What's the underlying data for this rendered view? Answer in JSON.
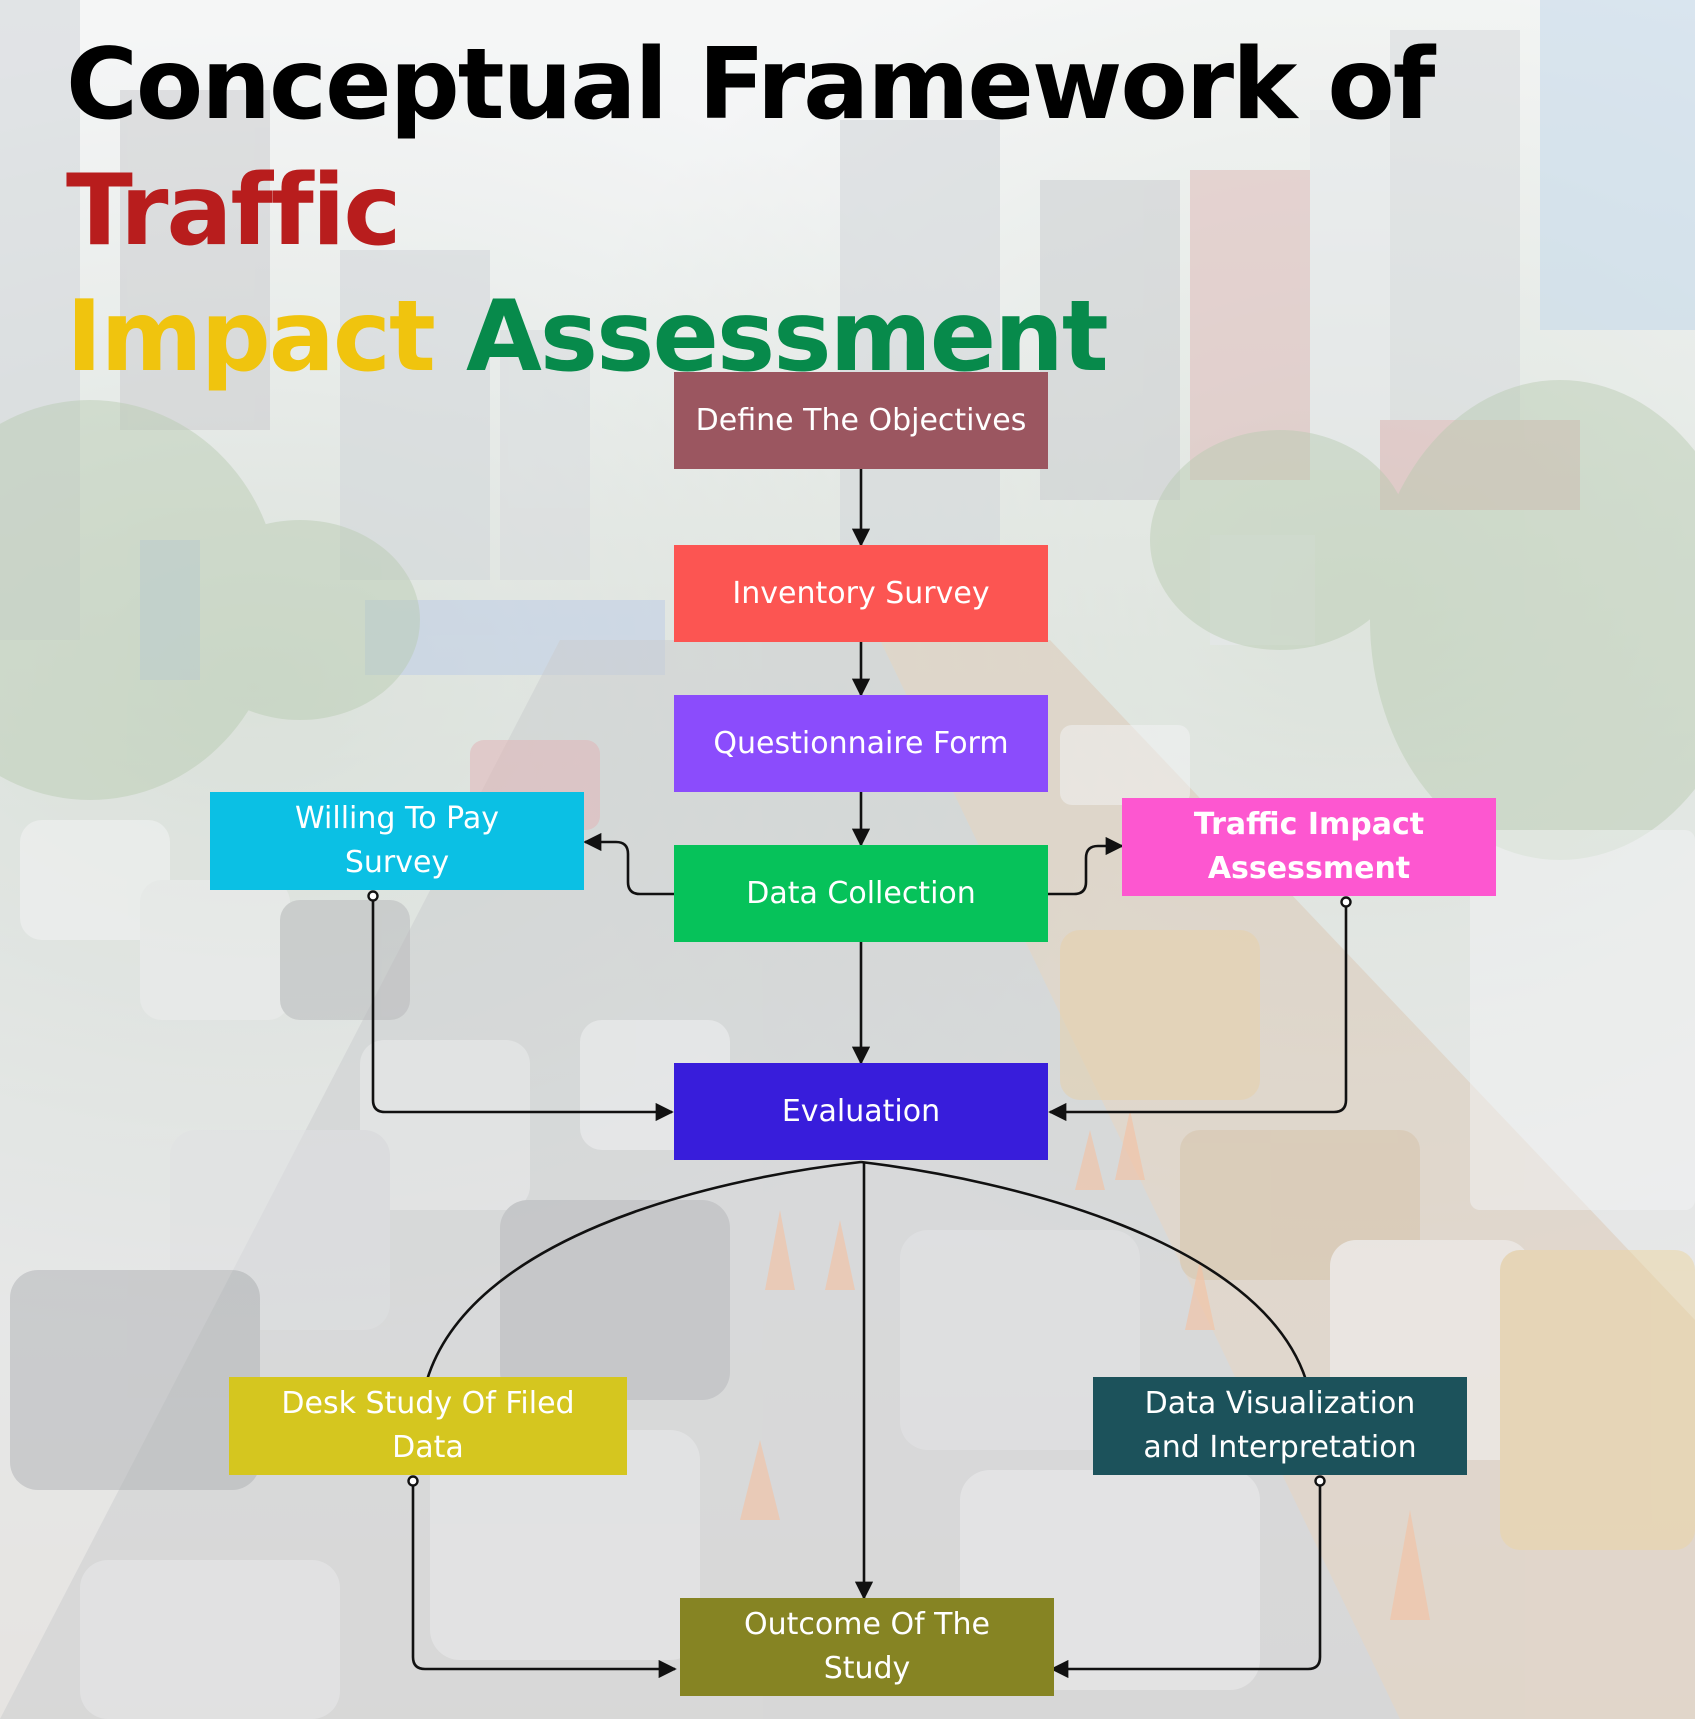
{
  "title": {
    "part1": "Conceptual Framework of ",
    "part2": "Traffic",
    "part3": "Impact",
    "part4": "Assessment"
  },
  "colors": {
    "title_red": "#b81d1d",
    "title_yellow": "#f0c40e",
    "title_green": "#078a4b",
    "define": "#9b5660",
    "inventory": "#fc5552",
    "questionnaire": "#8b4cfc",
    "data_collection": "#06c25a",
    "willing": "#0bc0e4",
    "traffic": "#fd57d0",
    "evaluation": "#381ddb",
    "desk": "#d5c61f",
    "visualization": "#1c525b",
    "outcome": "#868423"
  },
  "nodes": {
    "define": "Define The Objectives",
    "inventory": "Inventory Survey",
    "questionnaire": "Questionnaire Form",
    "data_collection": "Data Collection",
    "willing": "Willing  To Pay\nSurvey",
    "traffic": "Traffic Impact\nAssessment",
    "evaluation": "Evaluation",
    "desk": "Desk Study Of Filed\nData",
    "visualization": "Data Visualization\nand Interpretation",
    "outcome": "Outcome Of The\nStudy"
  }
}
